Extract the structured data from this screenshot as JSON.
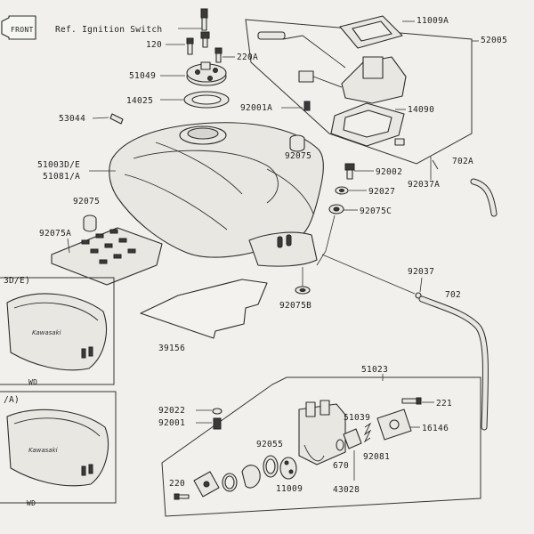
{
  "front_label": "FRONT",
  "ignition_ref": "Ref. Ignition Switch",
  "callouts": {
    "c120": "120",
    "c220A": "220A",
    "c51049": "51049",
    "c14025": "14025",
    "c53044": "53044",
    "c51003D_E": "51003D/E",
    "c51081_A": "51081/A",
    "c92075_left": "92075",
    "c92075A": "92075A",
    "c11009A": "11009A",
    "c52005": "52005",
    "c92001A": "92001A",
    "c14090": "14090",
    "c92075_mid": "92075",
    "c702A": "702A",
    "c92002": "92002",
    "c92037A": "92037A",
    "c92027": "92027",
    "c92075C": "92075C",
    "c92037": "92037",
    "c702": "702",
    "c92075B": "92075B",
    "c39156": "39156",
    "c51023": "51023",
    "c221": "221",
    "c92022": "92022",
    "c51039": "51039",
    "c16146": "16146",
    "c92001": "92001",
    "c92055": "92055",
    "c670": "670",
    "c92081": "92081",
    "c11009": "11009",
    "c43028": "43028",
    "c220": "220"
  },
  "inset_top": {
    "label": "3D/E)",
    "brand": "Kawasaki",
    "code": "WD"
  },
  "inset_bottom": {
    "label": "/A)",
    "brand": "Kawasaki",
    "code": "WD"
  }
}
